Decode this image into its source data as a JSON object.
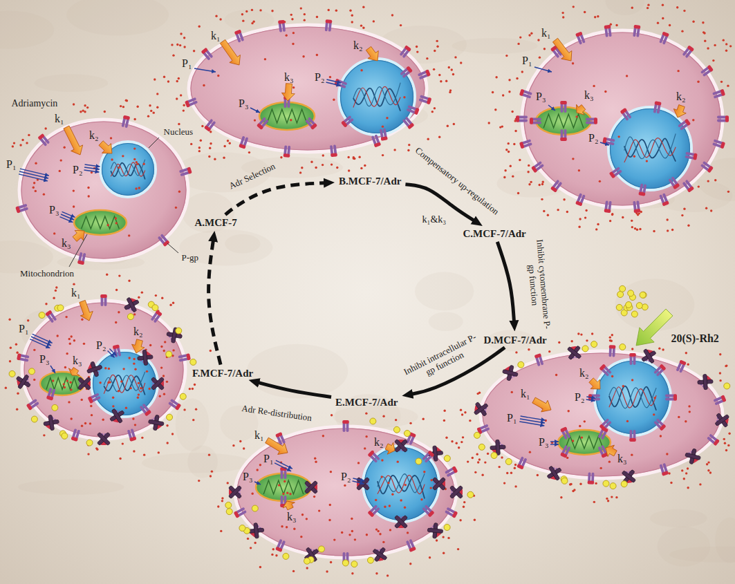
{
  "diagram": {
    "nodes": [
      {
        "text": [
          "A.MCF-7"
        ]
      },
      {
        "text": [
          "B.MCF-7/Adr"
        ]
      },
      {
        "text": [
          "C.MCF-7/Adr"
        ]
      },
      {
        "text": [
          "D.MCF-7/Adr"
        ]
      },
      {
        "text": [
          "E.MCF-7/Adr"
        ]
      },
      {
        "text": [
          "F.MCF-7/Adr"
        ]
      }
    ],
    "edges": [
      {
        "from": 0,
        "to": 1,
        "arrow": "to",
        "label": "Adr Selection"
      },
      {
        "from": 1,
        "to": 2,
        "arrow": "to",
        "label": "Compensatory up-regulation"
      },
      {
        "from": 2,
        "to": 3,
        "arrow": "to",
        "label": "Inhibit cytomembrane P-gp function"
      },
      {
        "from": 3,
        "to": 4,
        "arrow": "to",
        "label": "Inhibit intracellular P-gp function"
      },
      {
        "from": 4,
        "to": 5,
        "arrow": "to",
        "label": "Adr Re-distribution"
      },
      {
        "from": 5,
        "to": 0,
        "arrow": "to"
      }
    ],
    "labels": [
      "Adriamycin",
      "Nucleus",
      "P-gp",
      "Mitochondrion",
      "k₁",
      "P₁",
      "k₂",
      "P₂",
      "P₃",
      "k₃",
      "k₁",
      "P₁",
      "k₂",
      "P₂",
      "P₃",
      "k₃",
      "k₁",
      "P₁",
      "k₂",
      "P₂",
      "P₃",
      "k₃",
      "k₁",
      "P₁",
      "k₂",
      "P₂",
      "P₃",
      "k₃",
      "k₁",
      "P₁",
      "k₂",
      "P₂",
      "P₃",
      "k₃",
      "k₁",
      "P₁",
      "k₂",
      "P₂",
      "P₃",
      "k₃",
      "k₁&k₃",
      "20(S)-Rh2"
    ]
  }
}
